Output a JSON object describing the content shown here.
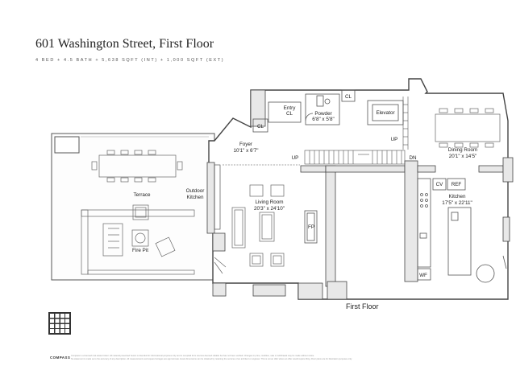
{
  "header": {
    "title": "601 Washington Street, First Floor",
    "subtitle": "4 BED + 4.5 BATH + 5,638 SQFT (INT) + 1,000 SQFT (EXT)"
  },
  "rooms": {
    "entry": "Entry",
    "entry_cl": "CL",
    "cl_top": "CL",
    "cl_foyer": "CL",
    "powder": "Powder",
    "powder_dim": "6'8\" x 5'8\"",
    "elevator": "Elevator",
    "foyer": "Foyer",
    "foyer_dim": "10'1\" x 6'7\"",
    "terrace": "Terrace",
    "fire_pit": "Fire Pit",
    "outdoor_1": "Outdoor",
    "outdoor_2": "Kitchen",
    "living": "Living Room",
    "living_dim": "20'3\" x 24'10\"",
    "dining": "Dining Room",
    "dining_dim": "20'1\" x 14'5\"",
    "kitchen": "Kitchen",
    "kitchen_dim": "17'5\" x 22'11\"",
    "cv": "CV",
    "ref": "REF",
    "fp": "FP",
    "wf": "WF",
    "up_left": "UP",
    "up_right": "UP",
    "dn": "DN"
  },
  "floor_label": "First Floor",
  "footer": {
    "brand": "COMPASS",
    "disclaimer_1": "Compass is a licensed real estate broker. All material presented herein is intended for informational purposes only and is compiled from sources deemed reliable but has not been verified. Changes in price, condition, sale or withdrawal may be made without notice.",
    "disclaimer_2": "No statement is made as to the accuracy of any description. All measurements and square footages are approximate. Exact dimensions can be obtained by retaining the services of an architect or engineer. This is not an offer where an offer would require filing. Floor plans are for illustration purposes only."
  }
}
